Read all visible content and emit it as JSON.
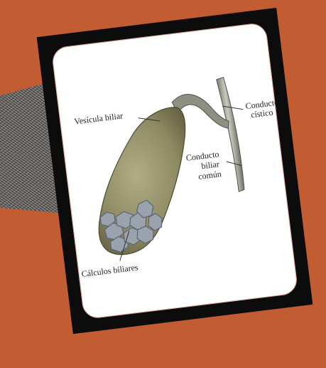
{
  "labels": {
    "gallbladder": "Vesícula biliar",
    "cystic_duct_line1": "Conducto",
    "cystic_duct_line2": "cístico",
    "common_duct_line1": "Conducto",
    "common_duct_line2": "biliar",
    "common_duct_line3": "común",
    "gallstones": "Cálculos biliares"
  },
  "colors": {
    "background": "#c25c33",
    "frame": "#0c0c0c",
    "organ": "#8e8a63",
    "stones": "#9aa3ad"
  }
}
